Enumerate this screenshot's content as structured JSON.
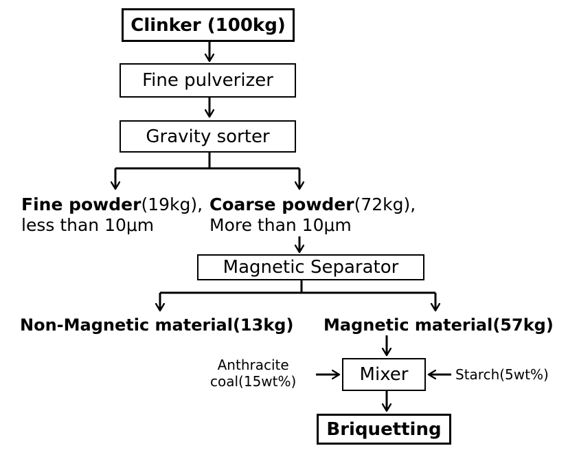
{
  "nodes": {
    "clinker": "Clinker (100kg)",
    "fine_pulverizer": "Fine pulverizer",
    "gravity_sorter": "Gravity sorter",
    "fine_powder": {
      "name": "Fine powder",
      "amount": "(19kg),",
      "line2": "less than 10μm"
    },
    "coarse_powder": {
      "name": "Coarse powder",
      "amount": "(72kg),",
      "line2": "More than 10μm"
    },
    "magnetic_separator": "Magnetic Separator",
    "non_magnetic": "Non-Magnetic material(13kg)",
    "magnetic": "Magnetic material(57kg)",
    "mixer": "Mixer",
    "briquetting": "Briquetting"
  },
  "inputs": {
    "anthracite_line1": "Anthracite",
    "anthracite_line2": "coal(15wt%)",
    "starch": "Starch(5wt%)"
  }
}
